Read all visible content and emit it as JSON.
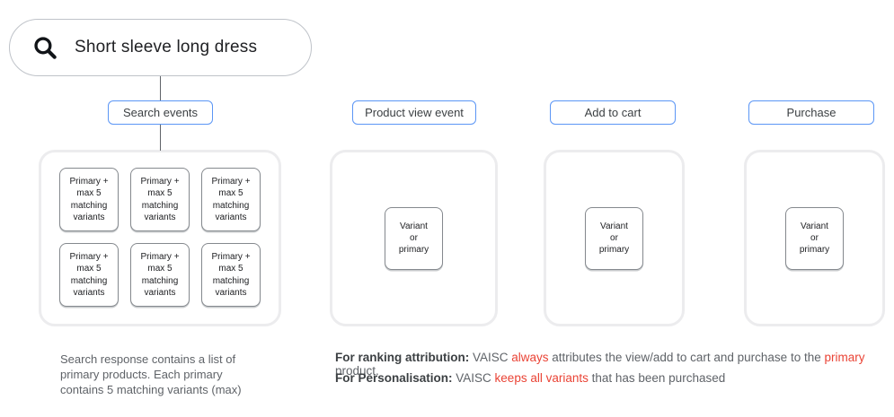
{
  "search_bar": {
    "query": "Short sleeve long dress"
  },
  "event_labels": [
    "Search events",
    "Product view event",
    "Add to cart",
    "Purchase"
  ],
  "panels": [
    {
      "name": "search-events-results",
      "boxes": [
        "Primary +\nmax 5\nmatching\nvariants",
        "Primary +\nmax 5\nmatching\nvariants",
        "Primary +\nmax 5\nmatching\nvariants",
        "Primary +\nmax 5\nmatching\nvariants",
        "Primary +\nmax 5\nmatching\nvariants",
        "Primary +\nmax 5\nmatching\nvariants"
      ]
    },
    {
      "name": "product-view-result",
      "boxes": [
        "Variant\nor\nprimary"
      ]
    },
    {
      "name": "add-to-cart-result",
      "boxes": [
        "Variant\nor\nprimary"
      ]
    },
    {
      "name": "purchase-result",
      "boxes": [
        "Variant\nor\nprimary"
      ]
    }
  ],
  "notes": {
    "search_note": "Search response contains a list of\nprimary products. Each primary\ncontains 5 matching variants (max)",
    "ranking": {
      "label": "For ranking attribution:",
      "t1": " VAISC ",
      "red1": "always",
      "t2": " attributes the view/add to cart and purchase to the ",
      "red2": "primary",
      "t3": " product."
    },
    "personalisation": {
      "label": "For Personalisation:",
      "t1": " VAISC ",
      "red1": "keeps all variants",
      "t2": " that has been purchased"
    }
  },
  "icons": {
    "search": "search-icon"
  },
  "colors": {
    "accent_blue": "#5b96f5",
    "highlight_red": "#ea4335",
    "panel_border": "#ececee",
    "box_border": "#85898e",
    "text_dark": "#202124",
    "text_gray": "#5f6368"
  }
}
